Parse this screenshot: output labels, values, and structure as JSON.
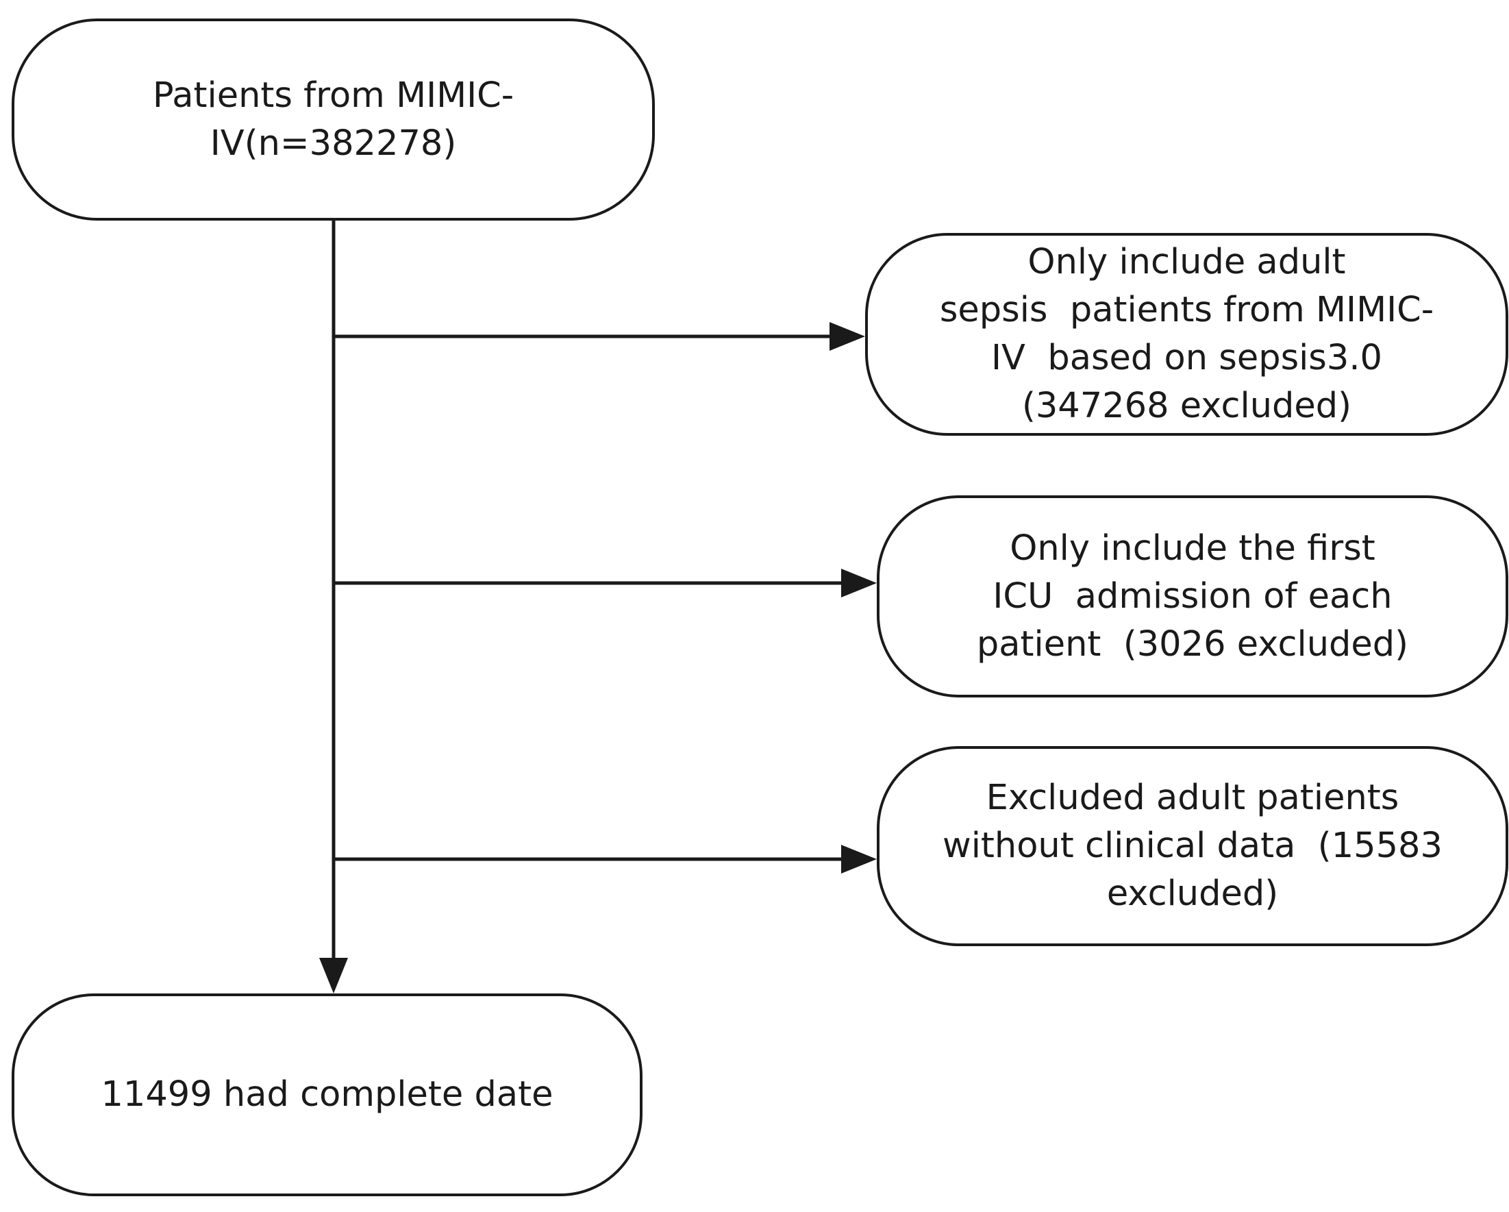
{
  "flowchart": {
    "start": {
      "lines": [
        "Patients from MIMIC-",
        "IV(n=382278)"
      ]
    },
    "exclusions": [
      {
        "lines": [
          "Only include adult",
          "sepsis  patients from MIMIC-",
          "IV  based on sepsis3.0",
          "(347268 excluded)"
        ]
      },
      {
        "lines": [
          "Only include the first",
          "ICU  admission of each",
          "patient  (3026 excluded)"
        ]
      },
      {
        "lines": [
          "Excluded adult patients",
          "without clinical data  (15583",
          "excluded)"
        ]
      }
    ],
    "end": {
      "lines": [
        "11499 had complete date"
      ]
    }
  },
  "colors": {
    "stroke": "#1a1a1a",
    "background": "#ffffff"
  }
}
